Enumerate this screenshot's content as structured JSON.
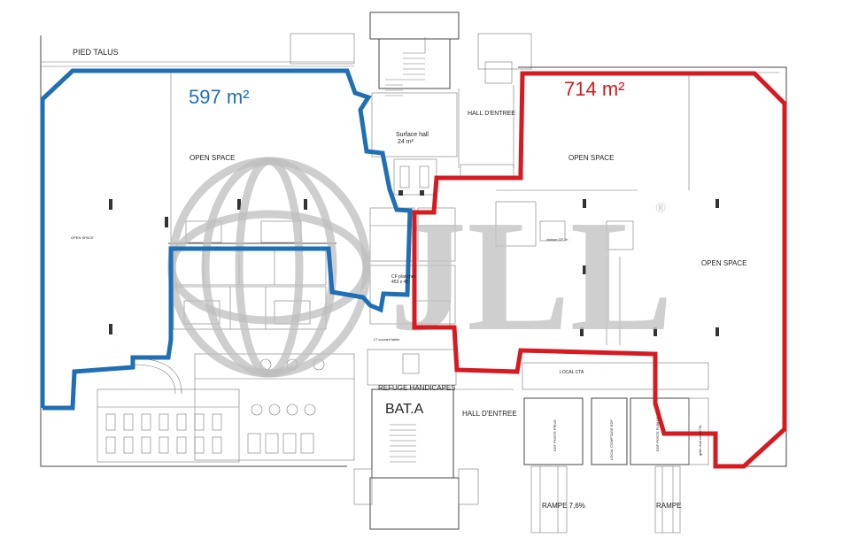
{
  "labels": {
    "pied_talus": "PIED TALUS",
    "area_left": "597 m²",
    "area_right": "714 m²",
    "open_space_left_top": "OPEN SPACE",
    "open_space_left_small": "OPEN SPACE",
    "open_space_right_top": "OPEN SPACE",
    "open_space_right": "OPEN SPACE",
    "surface_hall": "Surface hall",
    "surface_hall_area": "24 m²",
    "hall_entree_top": "HALL D'ENTREE",
    "hall_entree_bottom": "HALL D'ENTREE",
    "refuge": "REFUGE HANDICAPES",
    "bat_a": "BAT.A",
    "local_cta": "LOCAL CTA",
    "cf_plancher": "CF plancher",
    "cf_dim": "453 x 45",
    "lt_courant": "LT courant faible",
    "edf_poste_prive": "EDF POSTE PRIVE",
    "local_comptage": "LOCAL COMPTAGE EDF",
    "edf_poste_public": "EDF POSTE PUBLIC",
    "grille_cta": "grille d'air neuf CTA",
    "rampe_left": "RAMPE 7,6%",
    "rampe_right": "RAMPE",
    "cloison": "cloison CF 1h",
    "watermark": "JLL",
    "watermark_mark": "®"
  },
  "colors": {
    "blue_outline": "#1f6fb5",
    "red_outline": "#d71920",
    "walls": "#444444",
    "watermark": "#bdbdbd"
  }
}
